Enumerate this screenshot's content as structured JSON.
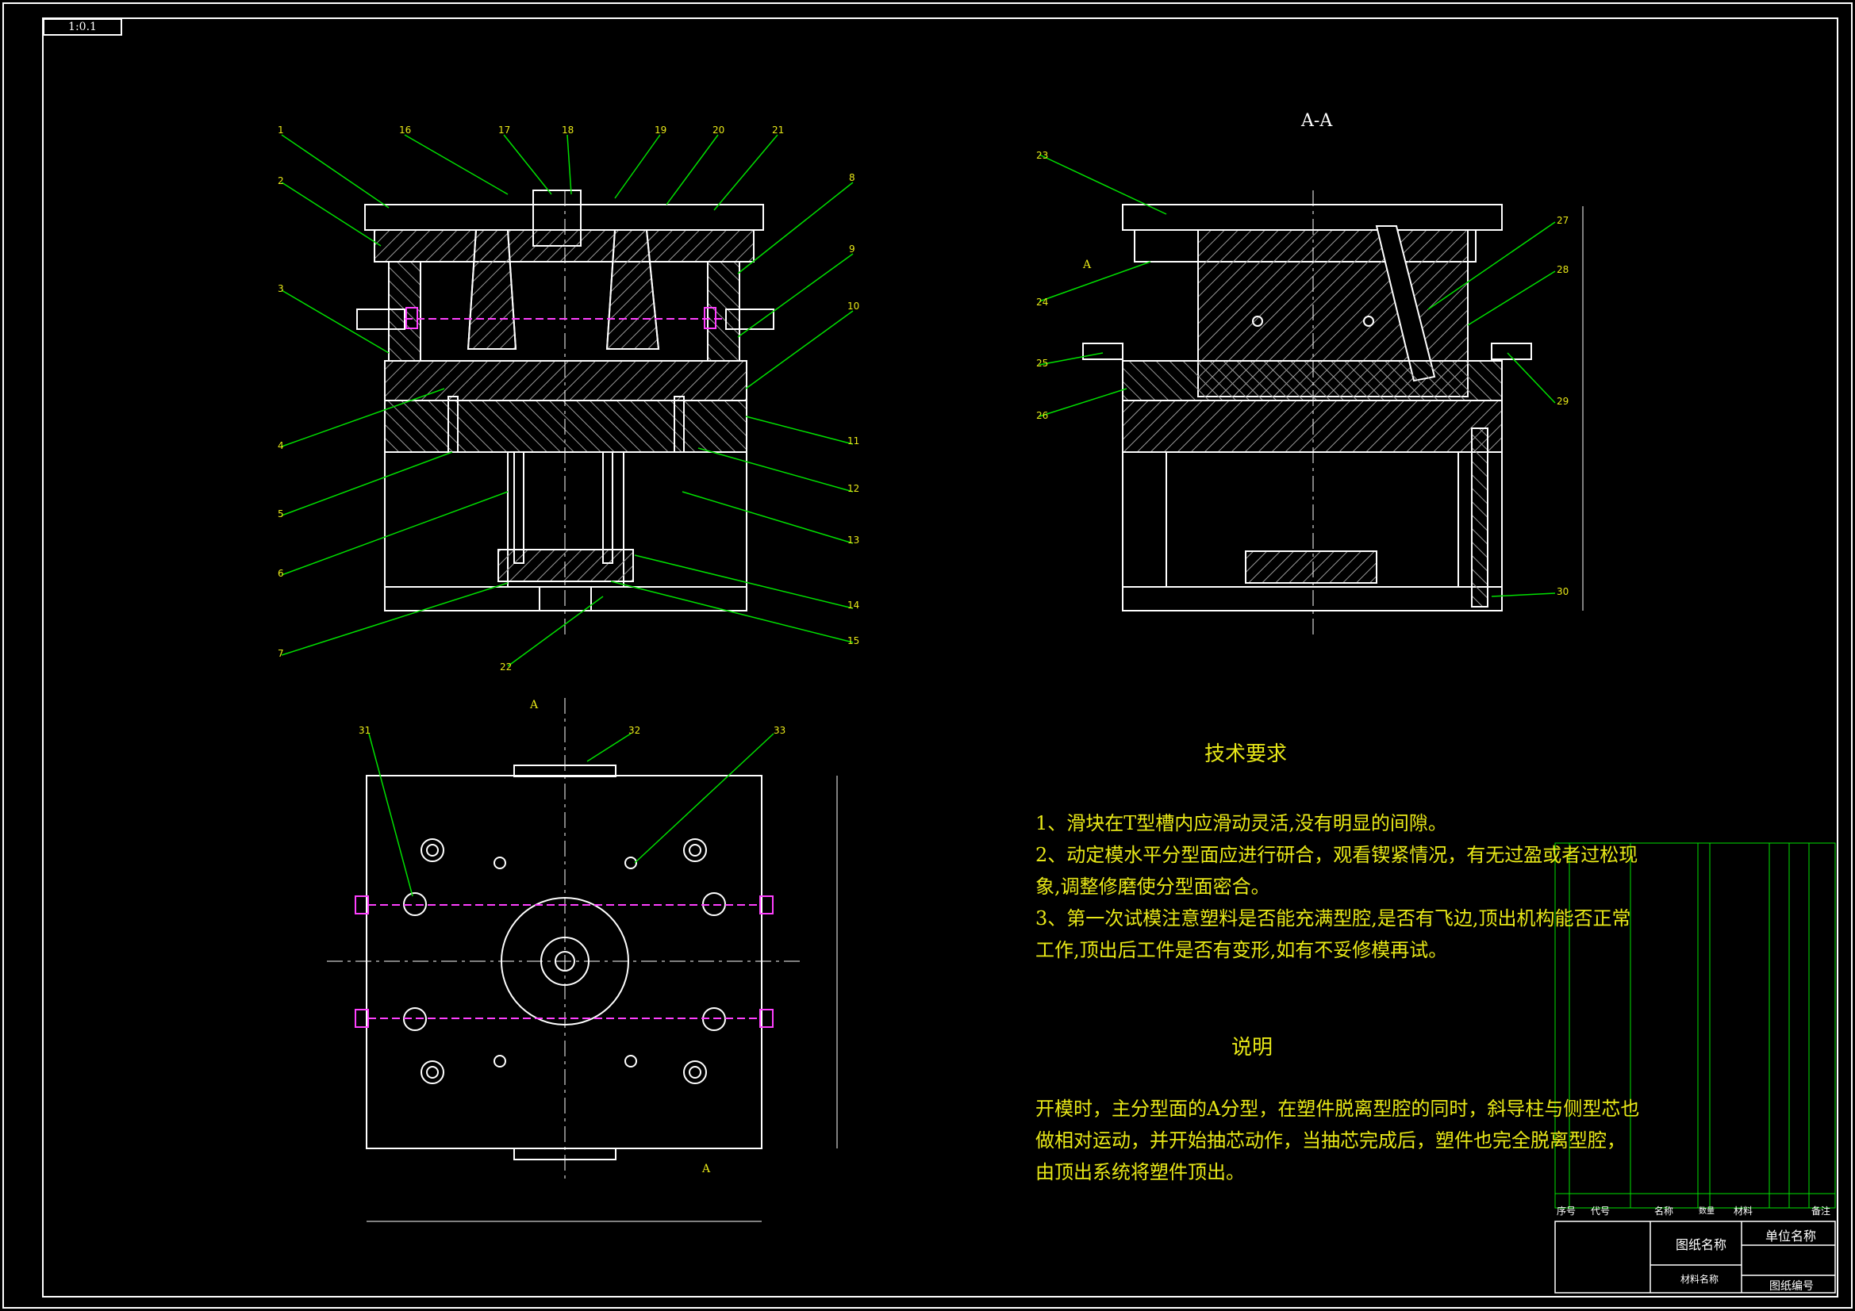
{
  "scale_label": "1:0.1",
  "section_label": "A-A",
  "section_marker": "A",
  "tech_requirements": {
    "title": "技术要求",
    "items": [
      "1、滑块在T型槽内应滑动灵活,没有明显的间隙。",
      "2、动定模水平分型面应进行研合，观看锲紧情况，有无过盈或者过松现",
      "象,调整修磨使分型面密合。",
      "3、第一次试模注意塑料是否能充满型腔,是否有飞边,顶出机构能否正常",
      "工作,顶出后工件是否有变形,如有不妥修模再试。"
    ]
  },
  "description": {
    "title": "说明",
    "lines": [
      "开模时，主分型面的A分型，在塑件脱离型腔的同时，斜导柱与侧型芯也",
      "做相对运动，并开始抽芯动作，当抽芯完成后，塑件也完全脱离型腔，",
      "由顶出系统将塑件顶出。"
    ]
  },
  "part_numbers_front_left": [
    "1",
    "2",
    "3",
    "4",
    "5",
    "6",
    "7"
  ],
  "part_numbers_front_top": [
    "16",
    "17",
    "18",
    "19",
    "20",
    "21"
  ],
  "part_numbers_front_right": [
    "8",
    "9",
    "10",
    "11",
    "12",
    "13",
    "14",
    "15"
  ],
  "part_number_front_bottom": "22",
  "part_numbers_section_left": [
    "23",
    "24",
    "25",
    "26"
  ],
  "part_numbers_section_right": [
    "27",
    "28",
    "29",
    "30"
  ],
  "part_numbers_plan": [
    "31",
    "32",
    "33"
  ],
  "title_block": {
    "company": "单位名称",
    "drawing_name": "图纸名称",
    "material": "材料名称",
    "drawing_number": "图纸编号",
    "header": {
      "seq": "序号",
      "code": "代号",
      "name": "名称",
      "qty": "数量",
      "material": "材料",
      "note": "备注"
    }
  },
  "colors": {
    "background": "#000000",
    "outline": "#ffffff",
    "leader": "#00e000",
    "text": "#e8e818",
    "accent": "#ff40ff",
    "hatch": "#9a9a9a"
  }
}
